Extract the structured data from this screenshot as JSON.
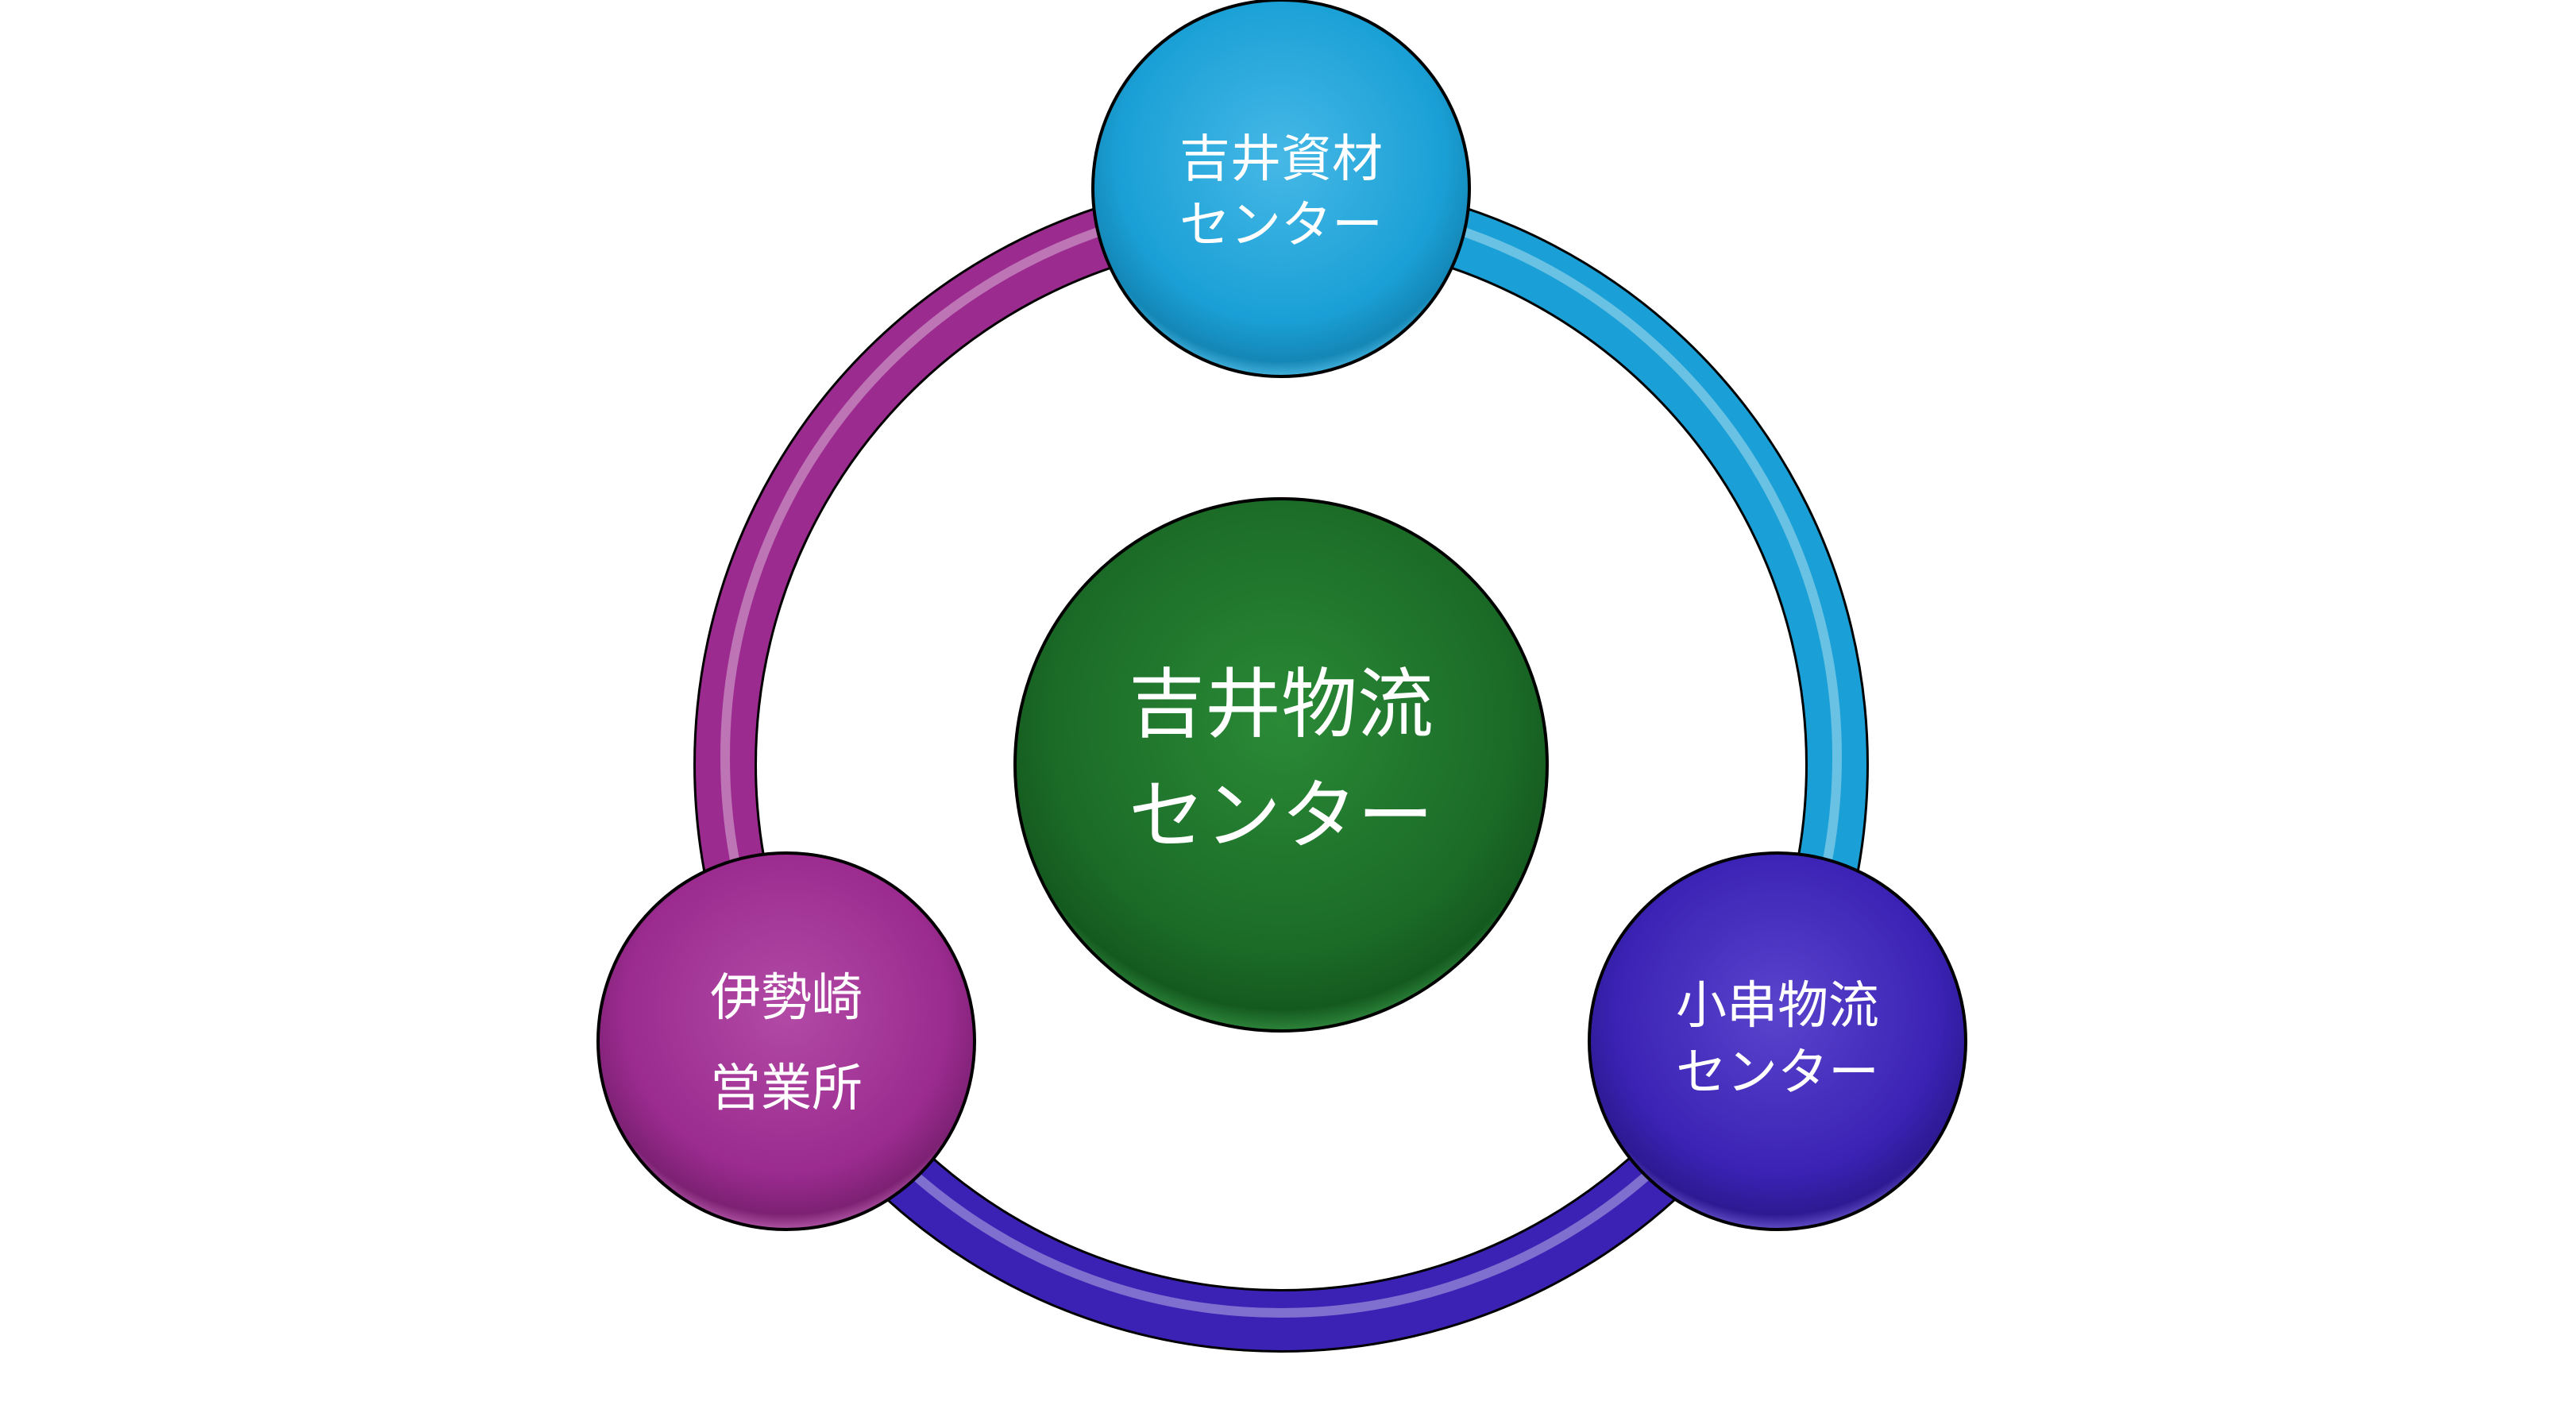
{
  "diagram": {
    "center": {
      "line1": "吉井物流",
      "line2": "センター",
      "color": "#1b6b27"
    },
    "nodes": [
      {
        "id": "yoshii-shizai",
        "line1": "吉井資材",
        "line2": "センター",
        "color": "#1aa0d6"
      },
      {
        "id": "kogushi",
        "line1": "小串物流",
        "line2": "センター",
        "color": "#3b22b5"
      },
      {
        "id": "isesaki",
        "line1": "伊勢崎",
        "line2": "営業所",
        "color": "#9b2b8f"
      }
    ],
    "ring_colors": {
      "top_to_right": "#1aa0d6",
      "right_to_left": "#3b22b5",
      "left_to_top": "#9b2b8f"
    }
  }
}
